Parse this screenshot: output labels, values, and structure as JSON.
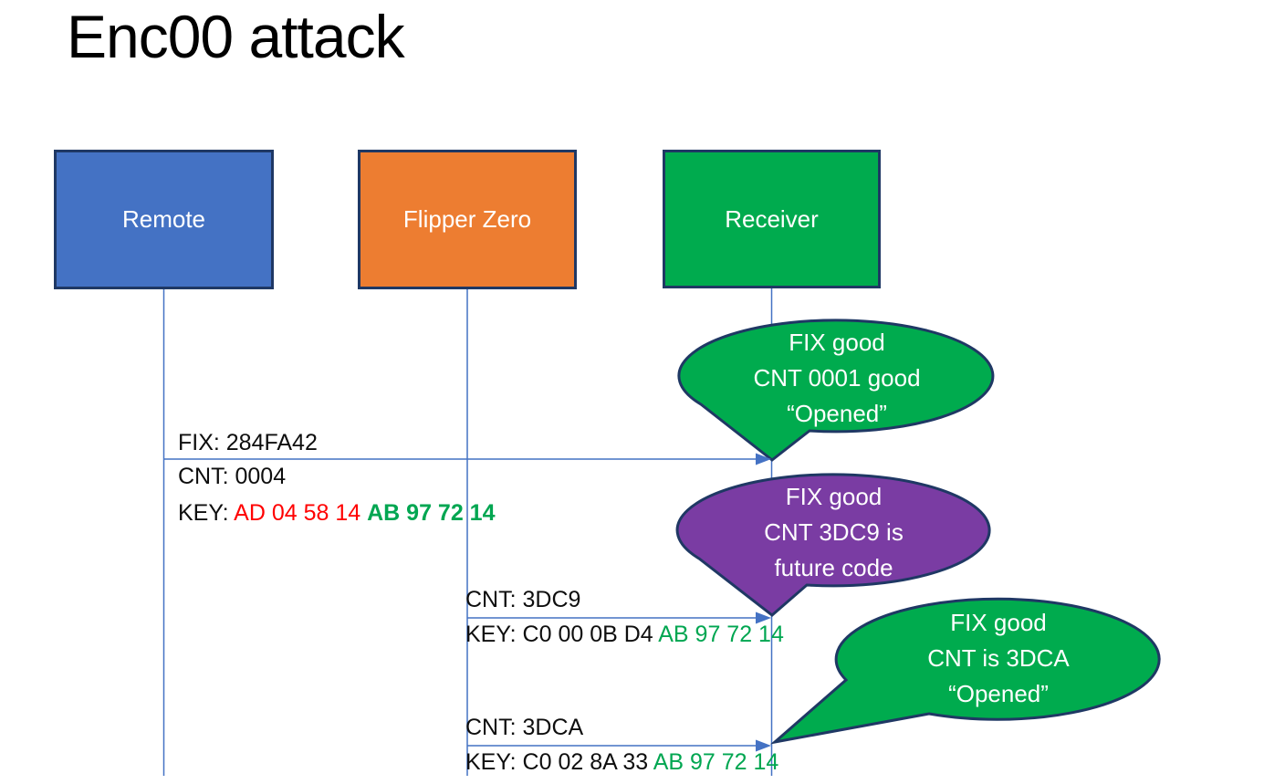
{
  "title": "Enc00 attack",
  "colors": {
    "actor_blue": "#4472C4",
    "actor_orange": "#ED7D31",
    "actor_green": "#00AB4E",
    "callout_purple": "#7A3CA3",
    "outline_navy": "#1F3864",
    "connector_blue": "#4472C4",
    "key_red": "#FF0000",
    "key_green": "#00A651"
  },
  "actors": [
    {
      "label": "Remote"
    },
    {
      "label": "Flipper Zero"
    },
    {
      "label": "Receiver"
    }
  ],
  "messages": [
    {
      "from": "Remote",
      "to": "Receiver",
      "fix": "FIX: 284FA42",
      "cnt": "CNT: 0004",
      "key_prefix": "KEY: ",
      "key_red": "AD 04 58 14 ",
      "key_green": "AB 97 72 14"
    },
    {
      "from": "Flipper Zero",
      "to": "Receiver",
      "cnt": "CNT: 3DC9",
      "key_prefix": "KEY: C0 00 0B D4 ",
      "key_green": "AB 97 72 14"
    },
    {
      "from": "Flipper Zero",
      "to": "Receiver",
      "cnt": "CNT: 3DCA",
      "key_prefix": "KEY: C0 02 8A 33 ",
      "key_green": "AB 97 72 14"
    }
  ],
  "callouts": [
    {
      "color": "green",
      "lines": [
        "FIX good",
        "CNT 0001 good",
        "“Opened”"
      ]
    },
    {
      "color": "purple",
      "lines": [
        "FIX good",
        "CNT 3DC9 is",
        "future code"
      ]
    },
    {
      "color": "green",
      "lines": [
        "FIX good",
        "CNT is 3DCA",
        "“Opened”"
      ]
    }
  ]
}
